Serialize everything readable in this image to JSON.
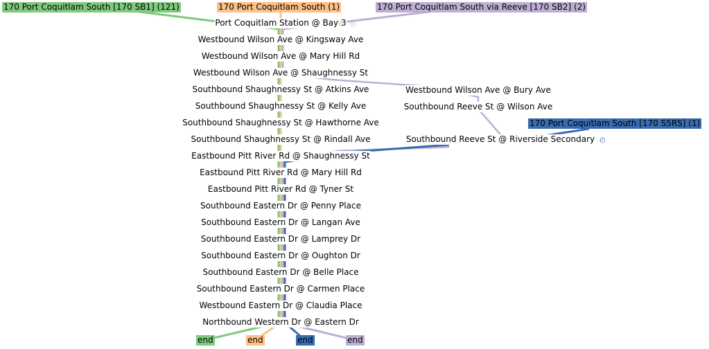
{
  "routes": [
    {
      "name": "170 Port Coquitlam South [170 SB1] (121)",
      "color": "#7fc97f"
    },
    {
      "name": "170 Port Coquitlam South (1)",
      "color": "#fdc086"
    },
    {
      "name": "170 Port Coquitlam South via Reeve [170 SB2] (2)",
      "color": "#beaed4"
    },
    {
      "name": "170 Port Coquitlam South [170 S5RS] (1)",
      "color": "#386cb0"
    }
  ],
  "main_stops": [
    "Port Coquitlam Station @ Bay 3",
    "Westbound Wilson Ave @ Kingsway Ave",
    "Westbound Wilson Ave @ Mary Hill Rd",
    "Westbound Wilson Ave @ Shaughnessy St",
    "Southbound Shaughnessy St @ Atkins Ave",
    "Southbound Shaughnessy St @ Kelly Ave",
    "Southbound Shaughnessy St @ Hawthorne Ave",
    "Southbound Shaughnessy St @ Rindall Ave",
    "Eastbound Pitt River Rd @ Shaughnessy St",
    "Eastbound Pitt River Rd @ Mary Hill Rd",
    "Eastbound Pitt River Rd @ Tyner St",
    "Southbound Eastern Dr @ Penny Place",
    "Southbound Eastern Dr @ Langan Ave",
    "Southbound Eastern Dr @ Lamprey Dr",
    "Southbound Eastern Dr @ Oughton Dr",
    "Southbound Eastern Dr @ Belle Place",
    "Southbound Eastern Dr @ Carmen Place",
    "Westbound Eastern Dr @ Claudia Place",
    "Northbound Western Dr @ Eastern Dr"
  ],
  "branch_stops": [
    "Westbound Wilson Ave @ Bury Ave",
    "Southbound Reeve St @ Wilson Ave",
    "Southbound Reeve St @ Riverside Secondary"
  ],
  "end_label": "end",
  "icons": {
    "timing_point": "clock-icon"
  }
}
